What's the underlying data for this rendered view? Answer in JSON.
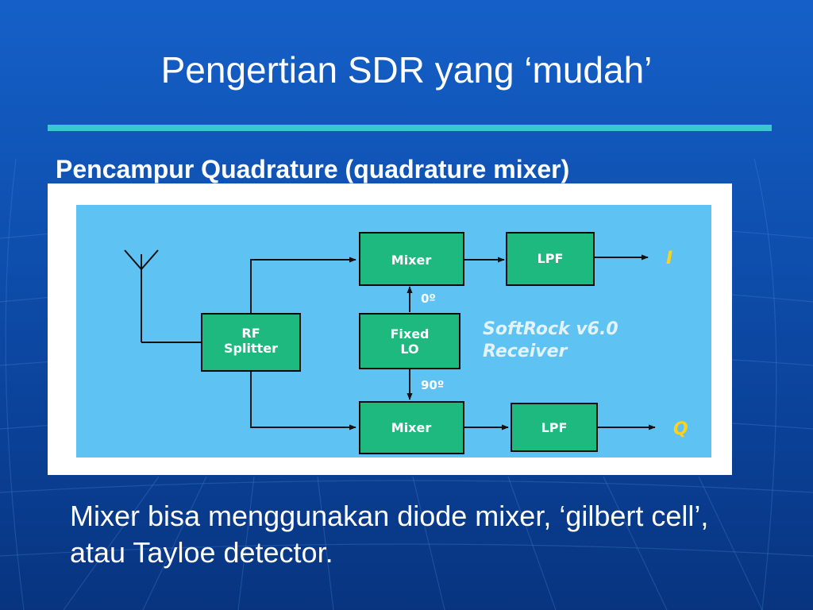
{
  "slide": {
    "title": "Pengertian SDR yang ‘mudah’",
    "subtitle": "Pencampur Quadrature (quadrature mixer)",
    "body": "Mixer bisa menggunakan diode mixer,  ‘gilbert cell’, atau Tayloe detector."
  },
  "diagram": {
    "blocks": {
      "rf_splitter": [
        "RF",
        "Splitter"
      ],
      "mixer_top": "Mixer",
      "mixer_bottom": "Mixer",
      "fixed_lo": [
        "Fixed",
        "LO"
      ],
      "lpf_top": "LPF",
      "lpf_bottom": "LPF"
    },
    "phases": {
      "top": "0º",
      "bottom": "90º"
    },
    "outputs": {
      "i": "I",
      "q": "Q"
    },
    "caption": [
      "SoftRock v6.0",
      "Receiver"
    ],
    "colors": {
      "panel": "#5ec3f3",
      "block_fill": "#1db97f",
      "block_border": "#0b0b0b",
      "label": "#ffffff",
      "output_label": "#ffd21a",
      "caption": "#e3f3fb"
    }
  },
  "theme": {
    "background_top": "#1560c8",
    "background_bottom": "#08347f",
    "rule": "#3cc6cf",
    "text": "#ffffff"
  }
}
